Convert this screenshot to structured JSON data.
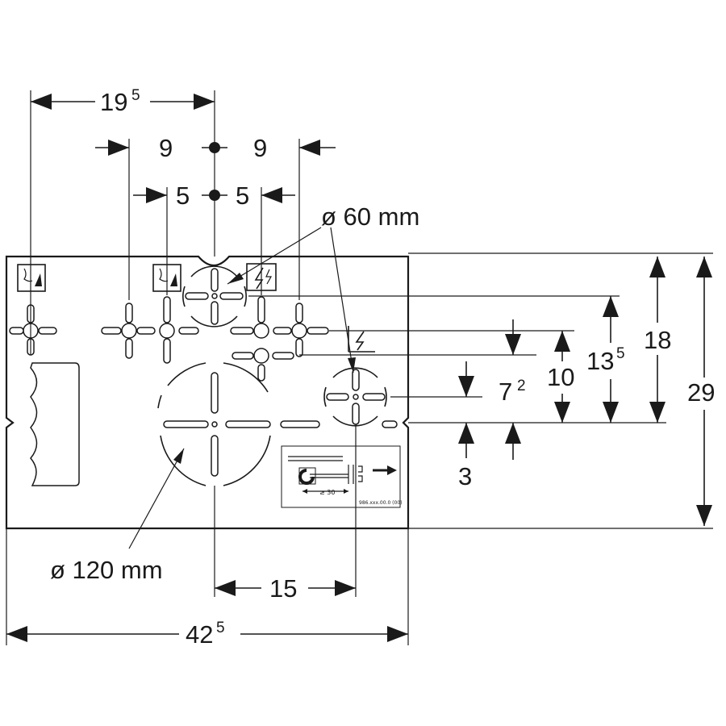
{
  "drawing": {
    "line_color": "#1a1a1a",
    "background_color": "#ffffff",
    "dimensions": {
      "d_19_5": {
        "main": "19",
        "sup": "5"
      },
      "d_9_left": "9",
      "d_9_right": "9",
      "d_5_left": "5",
      "d_5_right": "5",
      "d_diam_60": "ø 60 mm",
      "d_18": "18",
      "d_13_5": {
        "main": "13",
        "sup": "5"
      },
      "d_10": "10",
      "d_7_2": {
        "main": "7",
        "sup": "2"
      },
      "d_29": "29",
      "d_3": "3",
      "d_diam_120": "ø 120 mm",
      "d_15": "15",
      "d_42_5": {
        "main": "42",
        "sup": "5"
      }
    },
    "label_plate": {
      "measure_text": "≥ 30",
      "part_number": "986.xxx.00.0 (00)"
    },
    "icons": [
      "water-drop-icon",
      "water-drop-icon",
      "electric-bolt-icon",
      "electric-bolt-icon",
      "arrow-right-icon"
    ]
  }
}
